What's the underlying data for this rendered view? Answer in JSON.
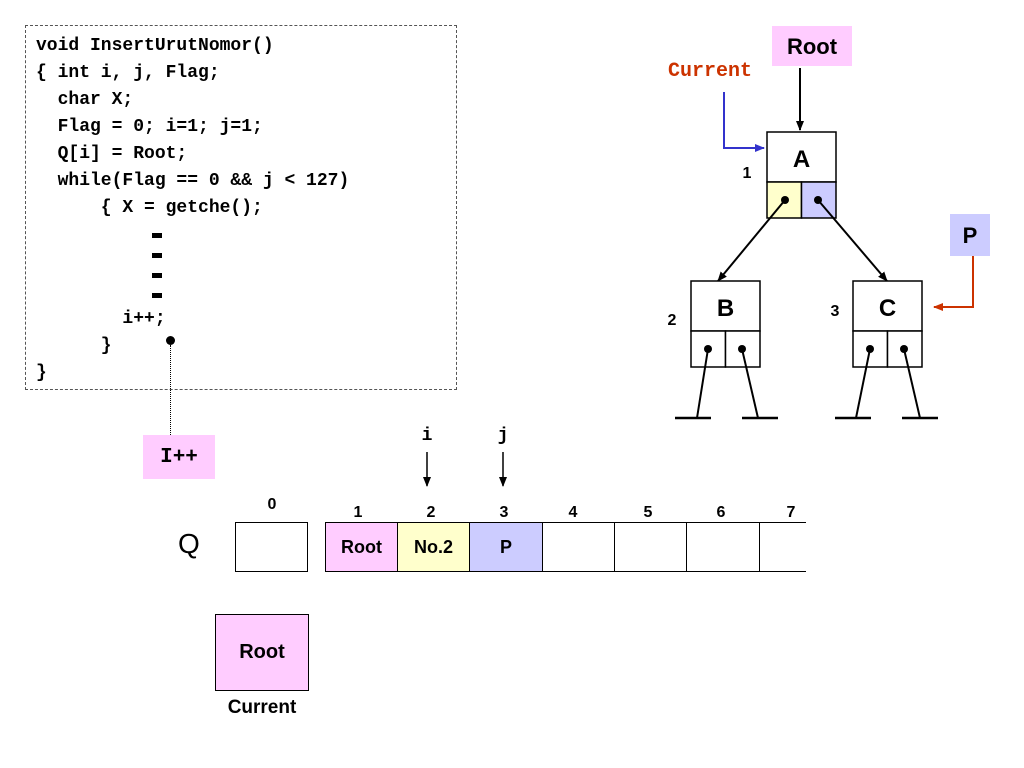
{
  "code": {
    "lines": [
      "void InsertUrutNomor()",
      "{ int i, j, Flag;",
      "  char X;",
      "  Flag = 0; i=1; j=1;",
      "  Q[i] = Root;",
      "  while(Flag == 0 && j < 127)",
      "      { X = getche();",
      "        i++;",
      "      }",
      "}"
    ],
    "callout_label": "I++"
  },
  "tree": {
    "root_label": "Root",
    "current_label": "Current",
    "p_label": "P",
    "nodes": [
      {
        "id": "A",
        "label": "A",
        "number": "1"
      },
      {
        "id": "B",
        "label": "B",
        "number": "2"
      },
      {
        "id": "C",
        "label": "C",
        "number": "3"
      }
    ]
  },
  "queue": {
    "name": "Q",
    "indices": [
      "0",
      "1",
      "2",
      "3",
      "4",
      "5",
      "6",
      "7"
    ],
    "cells": [
      "",
      "Root",
      "No.2",
      "P",
      "",
      "",
      "",
      ""
    ],
    "pointer_i": "i",
    "pointer_j": "j"
  },
  "current_var": {
    "value": "Root",
    "caption": "Current"
  },
  "colors": {
    "pink": "#ffccff",
    "yellow": "#ffffcc",
    "lavender": "#ccccff",
    "current_red": "#cc3300",
    "current_arrow_blue": "#3333cc",
    "p_arrow_red": "#cc3300"
  }
}
